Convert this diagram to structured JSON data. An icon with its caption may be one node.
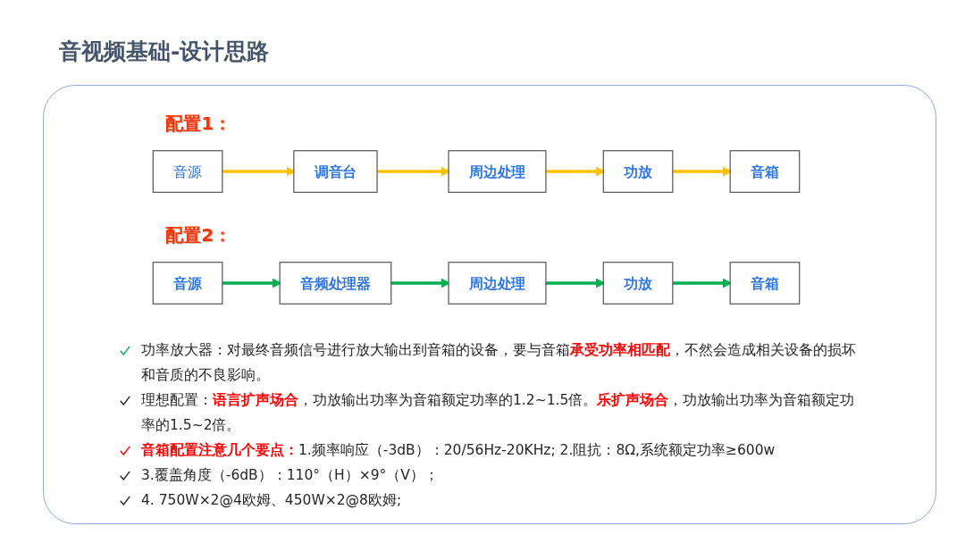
{
  "diagram": {
    "title": "音视频基础-设计思路",
    "nodes": [
      {
        "text": [
          "音源"
        ]
      },
      {
        "text": [
          "调音台"
        ]
      },
      {
        "text": [
          "周边处理"
        ]
      },
      {
        "text": [
          "功放"
        ]
      },
      {
        "text": [
          "音箱"
        ]
      },
      {
        "text": [
          "音源"
        ]
      },
      {
        "text": [
          "音频处理器"
        ]
      },
      {
        "text": [
          "周边处理"
        ]
      },
      {
        "text": [
          "功放"
        ]
      },
      {
        "text": [
          "音箱"
        ]
      }
    ],
    "edges": [
      {
        "from": 0,
        "to": 1,
        "arrow": "to",
        "color": "#ffc000"
      },
      {
        "from": 1,
        "to": 2,
        "arrow": "to",
        "color": "#ffc000"
      },
      {
        "from": 2,
        "to": 3,
        "arrow": "to",
        "color": "#ffc000"
      },
      {
        "from": 3,
        "to": 4,
        "arrow": "to",
        "color": "#ffc000"
      },
      {
        "from": 5,
        "to": 6,
        "arrow": "to",
        "color": "#00b050"
      },
      {
        "from": 6,
        "to": 7,
        "arrow": "to",
        "color": "#00b050"
      },
      {
        "from": 7,
        "to": 8,
        "arrow": "to",
        "color": "#00b050"
      },
      {
        "from": 8,
        "to": 9,
        "arrow": "to",
        "color": "#00b050"
      }
    ],
    "labels": [
      "配置1：",
      "配置2：",
      "功率放大器：对最终音频信号进行放大输出到音箱的设备，要与音箱**承受功率相匹配**，不然会造成相关设备的损坏和音质的不良影响。",
      "理想配置：**语言扩声场合**，功放输出功率为音箱额定功率的1.2~1.5倍。**乐扩声场合**，功放输出功率为音箱额定功率的1.5~2倍。",
      "**音箱配置注意几个要点：**1.频率响应（-3dB）：20/56Hz-20KHz; 2.阻抗：8Ω,系统额定功率≥600w",
      "3.覆盖角度（-6dB）：110°（H）×9°（V）；",
      "4. 750W×2@4欧姆、450W×2@8欧姆;"
    ]
  }
}
